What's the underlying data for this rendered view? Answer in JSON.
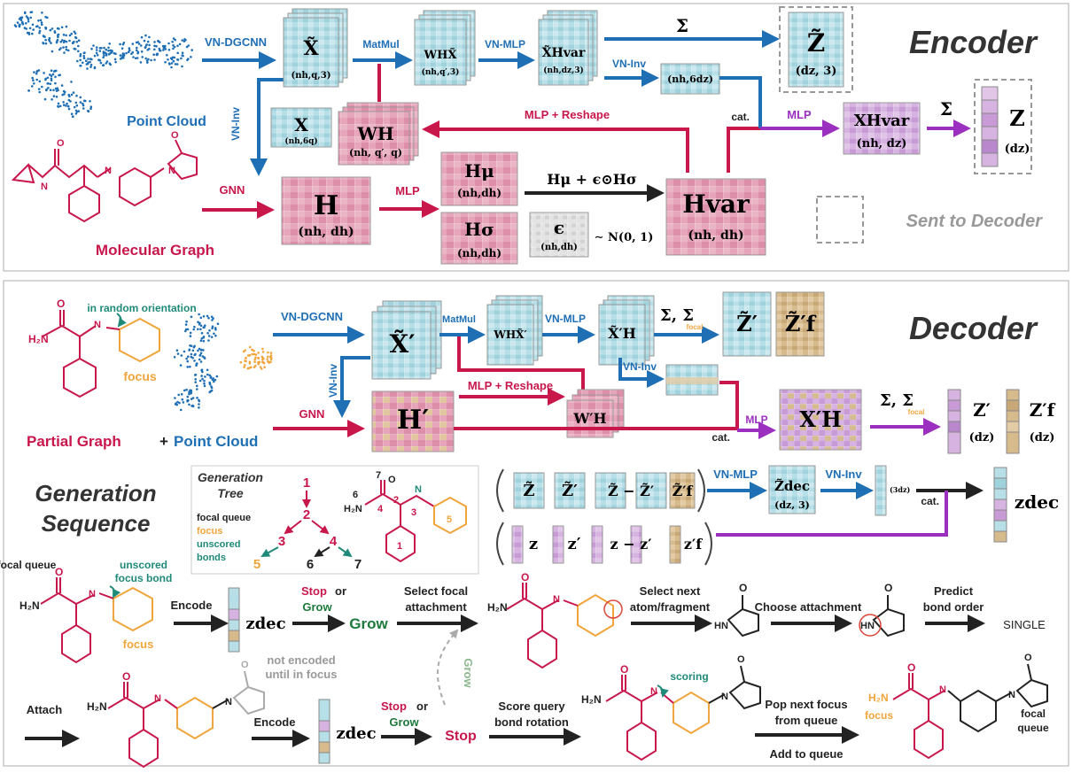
{
  "encoder": {
    "title": "Encoder",
    "point_cloud": "Point Cloud",
    "molecular_graph": "Molecular Graph",
    "vn_dgcnn": "VN-DGCNN",
    "vn_inv": "VN-Inv",
    "matmul": "MatMul",
    "vn_mlp": "VN-MLP",
    "vn_inv2": "VN-Inv",
    "gnn": "GNN",
    "mlp": "MLP",
    "mlp_reshape": "MLP + Reshape",
    "cat": "cat.",
    "mlp2": "MLP",
    "sum1": "Σ",
    "sum2": "Σ",
    "sent_to_decoder": "Sent to Decoder",
    "x_tilde": "X̃",
    "x_tilde_dim": "(nh,q,3)",
    "wh_x": "WHX̃",
    "wh_x_dim": "(nh,q′,3)",
    "x_hvar": "X̃Hvar",
    "x_hvar_dim": "(nh,dz,3)",
    "z_tilde": "Z̃",
    "z_tilde_dim": "(dz, 3)",
    "nh6dz": "(nh,6dz)",
    "x": "X",
    "x_dim": "(nh,6q)",
    "wh": "WH",
    "wh_dim": "(nh, q′, q)",
    "h": "H",
    "h_dim": "(nh, dh)",
    "h_mu": "Hμ",
    "h_mu_dim": "(nh,dh)",
    "h_sigma": "Hσ",
    "h_sigma_dim": "(nh,dh)",
    "reparam": "Hμ + ϵ⊙Hσ",
    "eps": "ϵ",
    "eps_dim": "(nh,dh)",
    "normal": "∼ N(0, 1)",
    "h_var": "Hvar",
    "h_var_dim": "(nh, dh)",
    "x_hvar2": "XHvar",
    "x_hvar2_dim": "(nh, dz)",
    "z": "Z",
    "z_dim": "(dz)"
  },
  "decoder": {
    "title": "Decoder",
    "in_random_orientation": "in random orientation",
    "focus": "focus",
    "partial_graph": "Partial Graph",
    "plus": "+",
    "point_cloud": "Point Cloud",
    "vn_dgcnn": "VN-DGCNN",
    "vn_inv": "VN-Inv",
    "matmul": "MatMul",
    "vn_mlp": "VN-MLP",
    "vn_inv2": "VN-Inv",
    "gnn": "GNN",
    "mlp_reshape": "MLP + Reshape",
    "cat": "cat.",
    "mlp": "MLP",
    "sums": "Σ, Σ",
    "sums_sub": "focal",
    "x_prime": "X̃′",
    "wh_x_prime": "WHX̃′",
    "x_h_prime": "X̃′H",
    "z_prime": "Z̃′",
    "z_f_prime": "Z̃′f",
    "h_prime": "H′",
    "w_h_prime": "W′H",
    "x_H_prime": "X′H",
    "z_out": "Z′",
    "z_out_dim": "(dz)",
    "zf_out": "Z′f",
    "zf_out_dim": "(dz)"
  },
  "generation": {
    "title_line1": "Generation",
    "title_line2": "Sequence",
    "tree_title_line1": "Generation",
    "tree_title_line2": "Tree",
    "legend_focal_queue": "focal queue",
    "legend_focus": "focus",
    "legend_unscored_line1": "unscored",
    "legend_unscored_line2": "bonds",
    "tree_nodes": [
      "1",
      "2",
      "3",
      "4",
      "5",
      "6",
      "7"
    ],
    "atom_labels": [
      "7",
      "6",
      "2",
      "3",
      "4",
      "5",
      "1"
    ],
    "vn_mlp": "VN-MLP",
    "vn_inv": "VN-Inv",
    "cat": "cat.",
    "z_dec_block": "Z̃dec",
    "z_dec_block_dim": "(dz, 3)",
    "dim_3dz": "(3dz)",
    "z_dec": "zdec",
    "row_tilde": [
      "Z̃",
      "Z̃′",
      "Z̃ − Z̃′",
      "Z̃′f"
    ],
    "row_plain": [
      "z",
      "z′",
      "z − z′",
      "z′f"
    ],
    "focal_queue": "focal queue",
    "unscored_focus_bond_line1": "unscored",
    "unscored_focus_bond_line2": "focus bond",
    "focus_label": "focus",
    "encode": "Encode",
    "stop_or": "Stop",
    "or": "or",
    "grow_word": "Grow",
    "grow": "Grow",
    "select_focal_line1": "Select focal",
    "select_focal_line2": "attachment",
    "select_next_line1": "Select next",
    "select_next_line2": "atom/fragment",
    "choose_attachment": "Choose attachment",
    "predict_line1": "Predict",
    "predict_line2": "bond order",
    "single": "SINGLE",
    "hn": "HN",
    "not_encoded_line1": "not encoded",
    "not_encoded_line2": "until in focus",
    "grow_dashed": "Grow",
    "attach": "Attach",
    "encode2": "Encode",
    "stop": "Stop",
    "score_line1": "Score query",
    "score_line2": "bond rotation",
    "scoring": "scoring",
    "pop_line1": "Pop next focus",
    "pop_line2": "from queue",
    "add_to_queue": "Add to queue",
    "focus2": "focus",
    "focal_queue2_line1": "focal",
    "focal_queue2_line2": "queue",
    "h2n": "H₂N",
    "o": "O",
    "n": "N",
    "h": "H"
  },
  "colors": {
    "blue": "#1f6fb5",
    "crimson": "#c8174b",
    "purple": "#9b2fbf",
    "orange": "#f0a53c",
    "teal": "#1f8a7a",
    "green": "#1d7a3c",
    "pink_block": "#e8a9bd",
    "cyan_block": "#b9dfe6",
    "tan_block": "#d6b98a",
    "lavender_block": "#d3b2dd"
  }
}
